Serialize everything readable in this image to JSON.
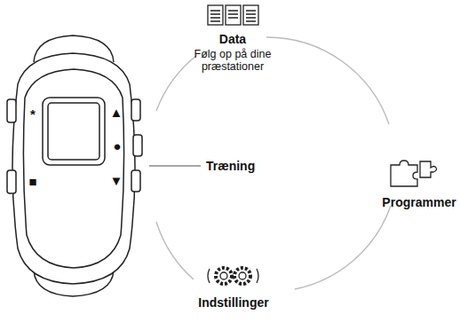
{
  "diagram": {
    "labels": [
      "Data",
      "Følg op på dine præstationer",
      "Programmer",
      "Træning",
      "Indstillinger",
      "*",
      "■",
      "▲",
      "●",
      "▼"
    ]
  }
}
